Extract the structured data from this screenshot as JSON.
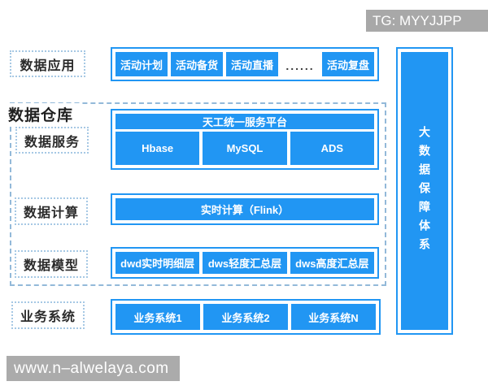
{
  "badges": {
    "tg": "TG: MYYJJPP",
    "site": "www.n–alwelaya.com"
  },
  "colors": {
    "primary_blue": "#2196f3",
    "dashed_border": "#93b9d9",
    "badge_gray": "#a8a8a8",
    "watermark_gray": "#ababab",
    "box_text": "#ffffff",
    "label_text": "#2b2b2b"
  },
  "diagram": {
    "app_layer": {
      "label": "数据应用",
      "items": [
        "活动计划",
        "活动备货",
        "活动直播",
        "活动复盘"
      ],
      "dots": "......"
    },
    "warehouse": {
      "title": "数据仓库",
      "service_layer": {
        "label": "数据服务",
        "platform": "天工统一服务平台",
        "items": [
          "Hbase",
          "MySQL",
          "ADS"
        ]
      },
      "compute_layer": {
        "label": "数据计算",
        "items": [
          "实时计算（Flink）"
        ]
      },
      "model_layer": {
        "label": "数据模型",
        "items": [
          "dwd实时明细层",
          "dws轻度汇总层",
          "dws高度汇总层"
        ]
      }
    },
    "business_layer": {
      "label": "业务系统",
      "items": [
        "业务系统1",
        "业务系统2",
        "业务系统N"
      ]
    },
    "sidebar": {
      "vertical_text": "大数据保障体系"
    }
  }
}
